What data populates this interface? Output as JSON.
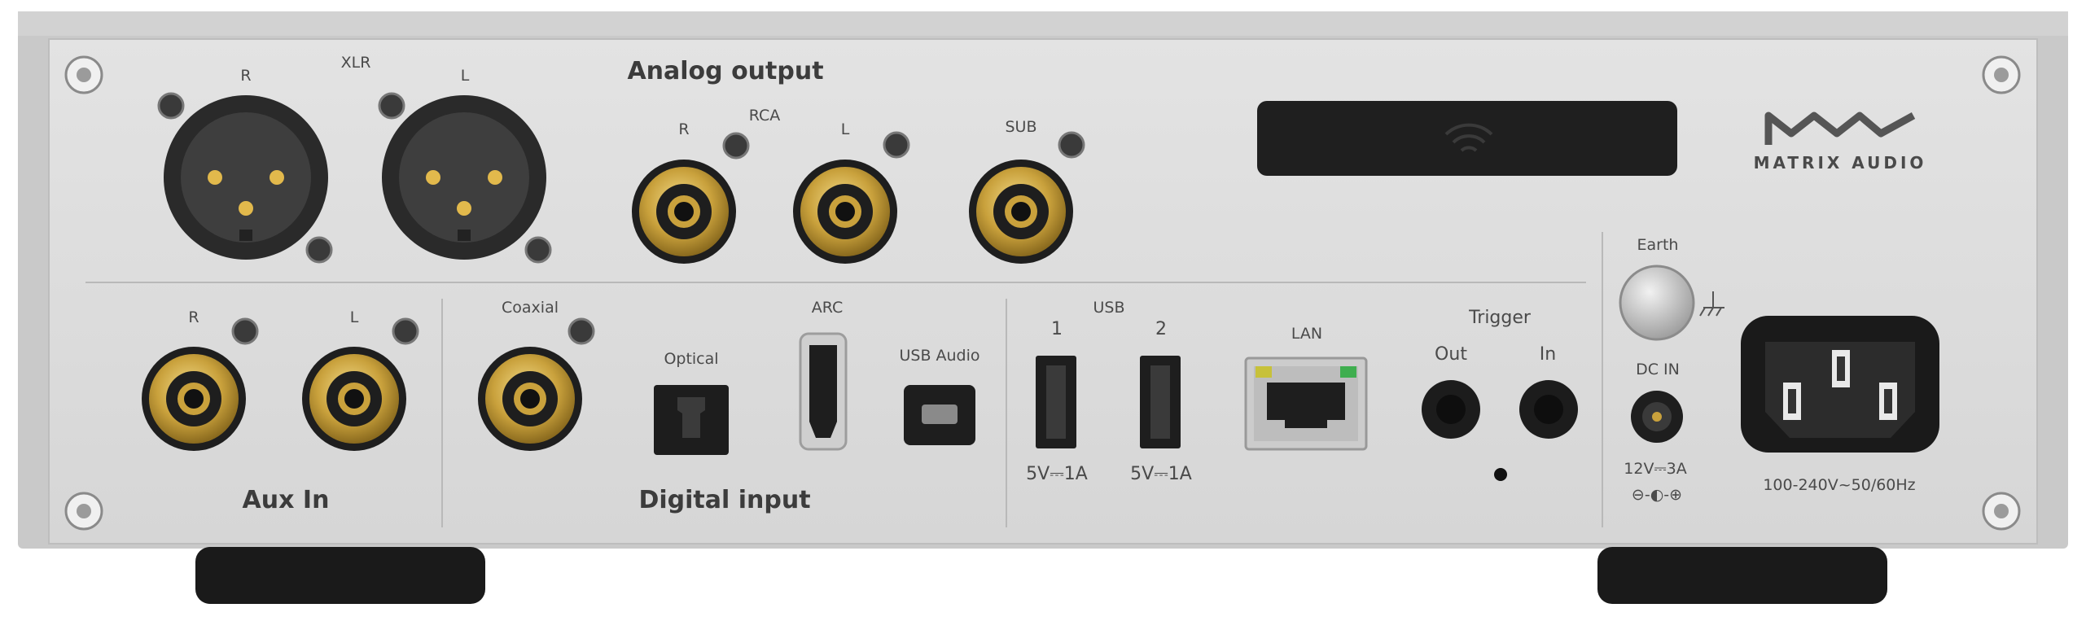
{
  "brand": {
    "name": "MATRIX AUDIO",
    "colors": {
      "chassis": "#dcdcdc",
      "gold": "#c9a94a",
      "black": "#1e1e1e"
    }
  },
  "analog_output": {
    "title": "Analog output",
    "xlr": {
      "label": "XLR",
      "right": "R",
      "left": "L"
    },
    "rca": {
      "label": "RCA",
      "right": "R",
      "left": "L"
    },
    "sub": "SUB"
  },
  "aux_in": {
    "title": "Aux In",
    "right": "R",
    "left": "L"
  },
  "digital_input": {
    "title": "Digital input",
    "coaxial": "Coaxial",
    "optical": "Optical",
    "arc": "ARC",
    "usb_audio": "USB Audio"
  },
  "usb": {
    "title": "USB",
    "port1": "1",
    "port2": "2",
    "rating1": "5V⎓1A",
    "rating2": "5V⎓1A"
  },
  "lan": "LAN",
  "trigger": {
    "title": "Trigger",
    "out": "Out",
    "in": "In"
  },
  "earth": "Earth",
  "dc_in": {
    "label": "DC IN",
    "rating": "12V⎓3A",
    "polarity": "⊖-◐-⊕"
  },
  "ac_in": {
    "rating": "100-240V~50/60Hz"
  }
}
